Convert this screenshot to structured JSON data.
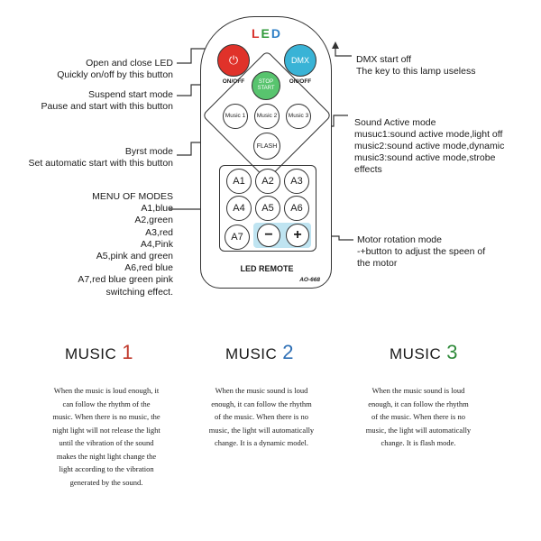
{
  "remote": {
    "title_letters": [
      "L",
      "E",
      "D"
    ],
    "on_off_label": "ON/OFF",
    "dmx_label": "DMX",
    "dmx_on_off_label": "ON/OFF",
    "stop_start_label": "STOP START",
    "music1_label": "Music 1",
    "music2_label": "Music 2",
    "music3_label": "Music 3",
    "flash_label": "FLASH",
    "menu_buttons": [
      "A1",
      "A2",
      "A3",
      "A4",
      "A5",
      "A6",
      "A7"
    ],
    "minus_label": "−",
    "plus_label": "+",
    "name": "LED REMOTE",
    "model": "AO-668",
    "colors": {
      "power": "#e0322a",
      "dmx": "#39b3d6",
      "stop_start": "#58c46e",
      "pm_bar": "#bfe4f1"
    }
  },
  "notes": {
    "open_close": [
      "Open and close LED",
      "Quickly on/off by this button"
    ],
    "suspend": [
      "Suspend start mode",
      "Pause and start with this button"
    ],
    "byrst": [
      "Byrst mode",
      "Set automatic start with this button"
    ],
    "menu_title": "MENU OF MODES",
    "menu_lines": [
      "A1,blue",
      "A2,green",
      "A3,red",
      "A4,Pink",
      "A5,pink and green",
      "A6,red blue",
      "A7,red blue green pink",
      "switching effect."
    ],
    "dmx": [
      "DMX start off",
      "The key to this lamp useless"
    ],
    "sound_active": [
      "Sound Active mode",
      "musuc1:sound active mode,light off",
      "music2:sound active mode,dynamic",
      "music3:sound active mode,strobe",
      "effects"
    ],
    "motor": [
      "Motor rotation mode",
      "-+button to adjust the speen of",
      "the motor"
    ]
  },
  "music": [
    {
      "word": "MUSIC",
      "num": "1",
      "color": "#c0392b",
      "desc": "When the music is loud enough, it can follow the rhythm of the music. When there is no music, the night light will not release the light until the vibration of the sound makes the night light change the light according to the vibration generated by the sound."
    },
    {
      "word": "MUSIC",
      "num": "2",
      "color": "#2e6fb5",
      "desc": "When the music sound is loud enough, it can follow the rhythm of the music. When there is no music, the light will automatically change. It is a dynamic model."
    },
    {
      "word": "MUSIC",
      "num": "3",
      "color": "#2f8a3a",
      "desc": "When the music sound is loud enough, it can follow the rhythm of the music. When there is no music, the light will automatically change. It is flash mode."
    }
  ]
}
